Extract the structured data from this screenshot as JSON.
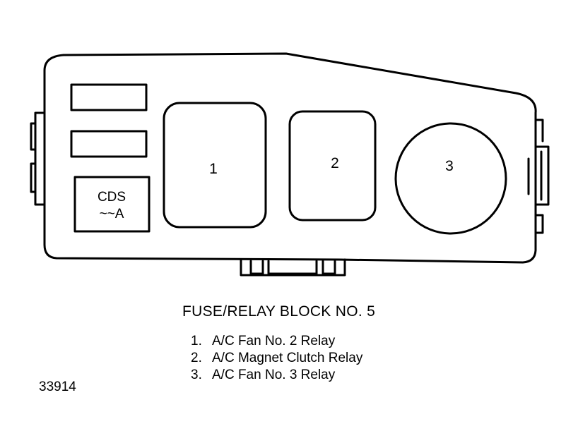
{
  "diagram": {
    "title": "FUSE/RELAY BLOCK NO. 5",
    "fuse_label_top": "CDS",
    "fuse_label_bottom": "~~A",
    "relays": [
      {
        "label": "1"
      },
      {
        "label": "2"
      },
      {
        "label": "3"
      }
    ],
    "legend": [
      {
        "number": "1.",
        "text": "A/C Fan No. 2 Relay"
      },
      {
        "number": "2.",
        "text": "A/C Magnet Clutch Relay"
      },
      {
        "number": "3.",
        "text": "A/C Fan No. 3 Relay"
      }
    ],
    "figure_number": "33914",
    "colors": {
      "line": "#000000",
      "background": "#ffffff"
    }
  }
}
